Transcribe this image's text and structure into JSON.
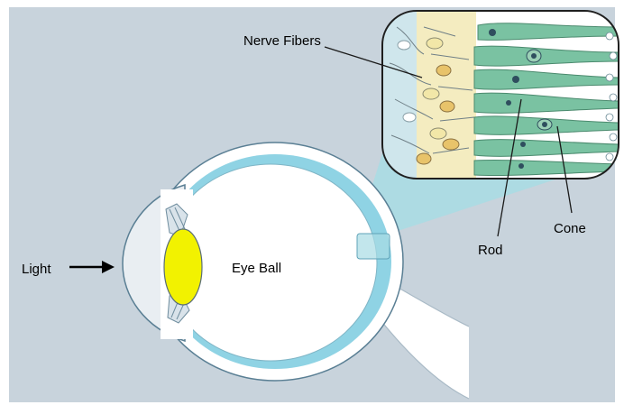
{
  "labels": {
    "light": "Light",
    "eye_ball": "Eye Ball",
    "nerve_fibers": "Nerve Fibers",
    "rod": "Rod",
    "cone": "Cone"
  },
  "colors": {
    "background": "#c8d3dc",
    "sclera_outline": "#5a7f94",
    "choroid": "#8fd3e4",
    "lens": "#f2f200",
    "magnifier_fill": "#a8dce4",
    "photoreceptor": "#7ac2a2",
    "nerve_cell": "#f4ecc0"
  }
}
